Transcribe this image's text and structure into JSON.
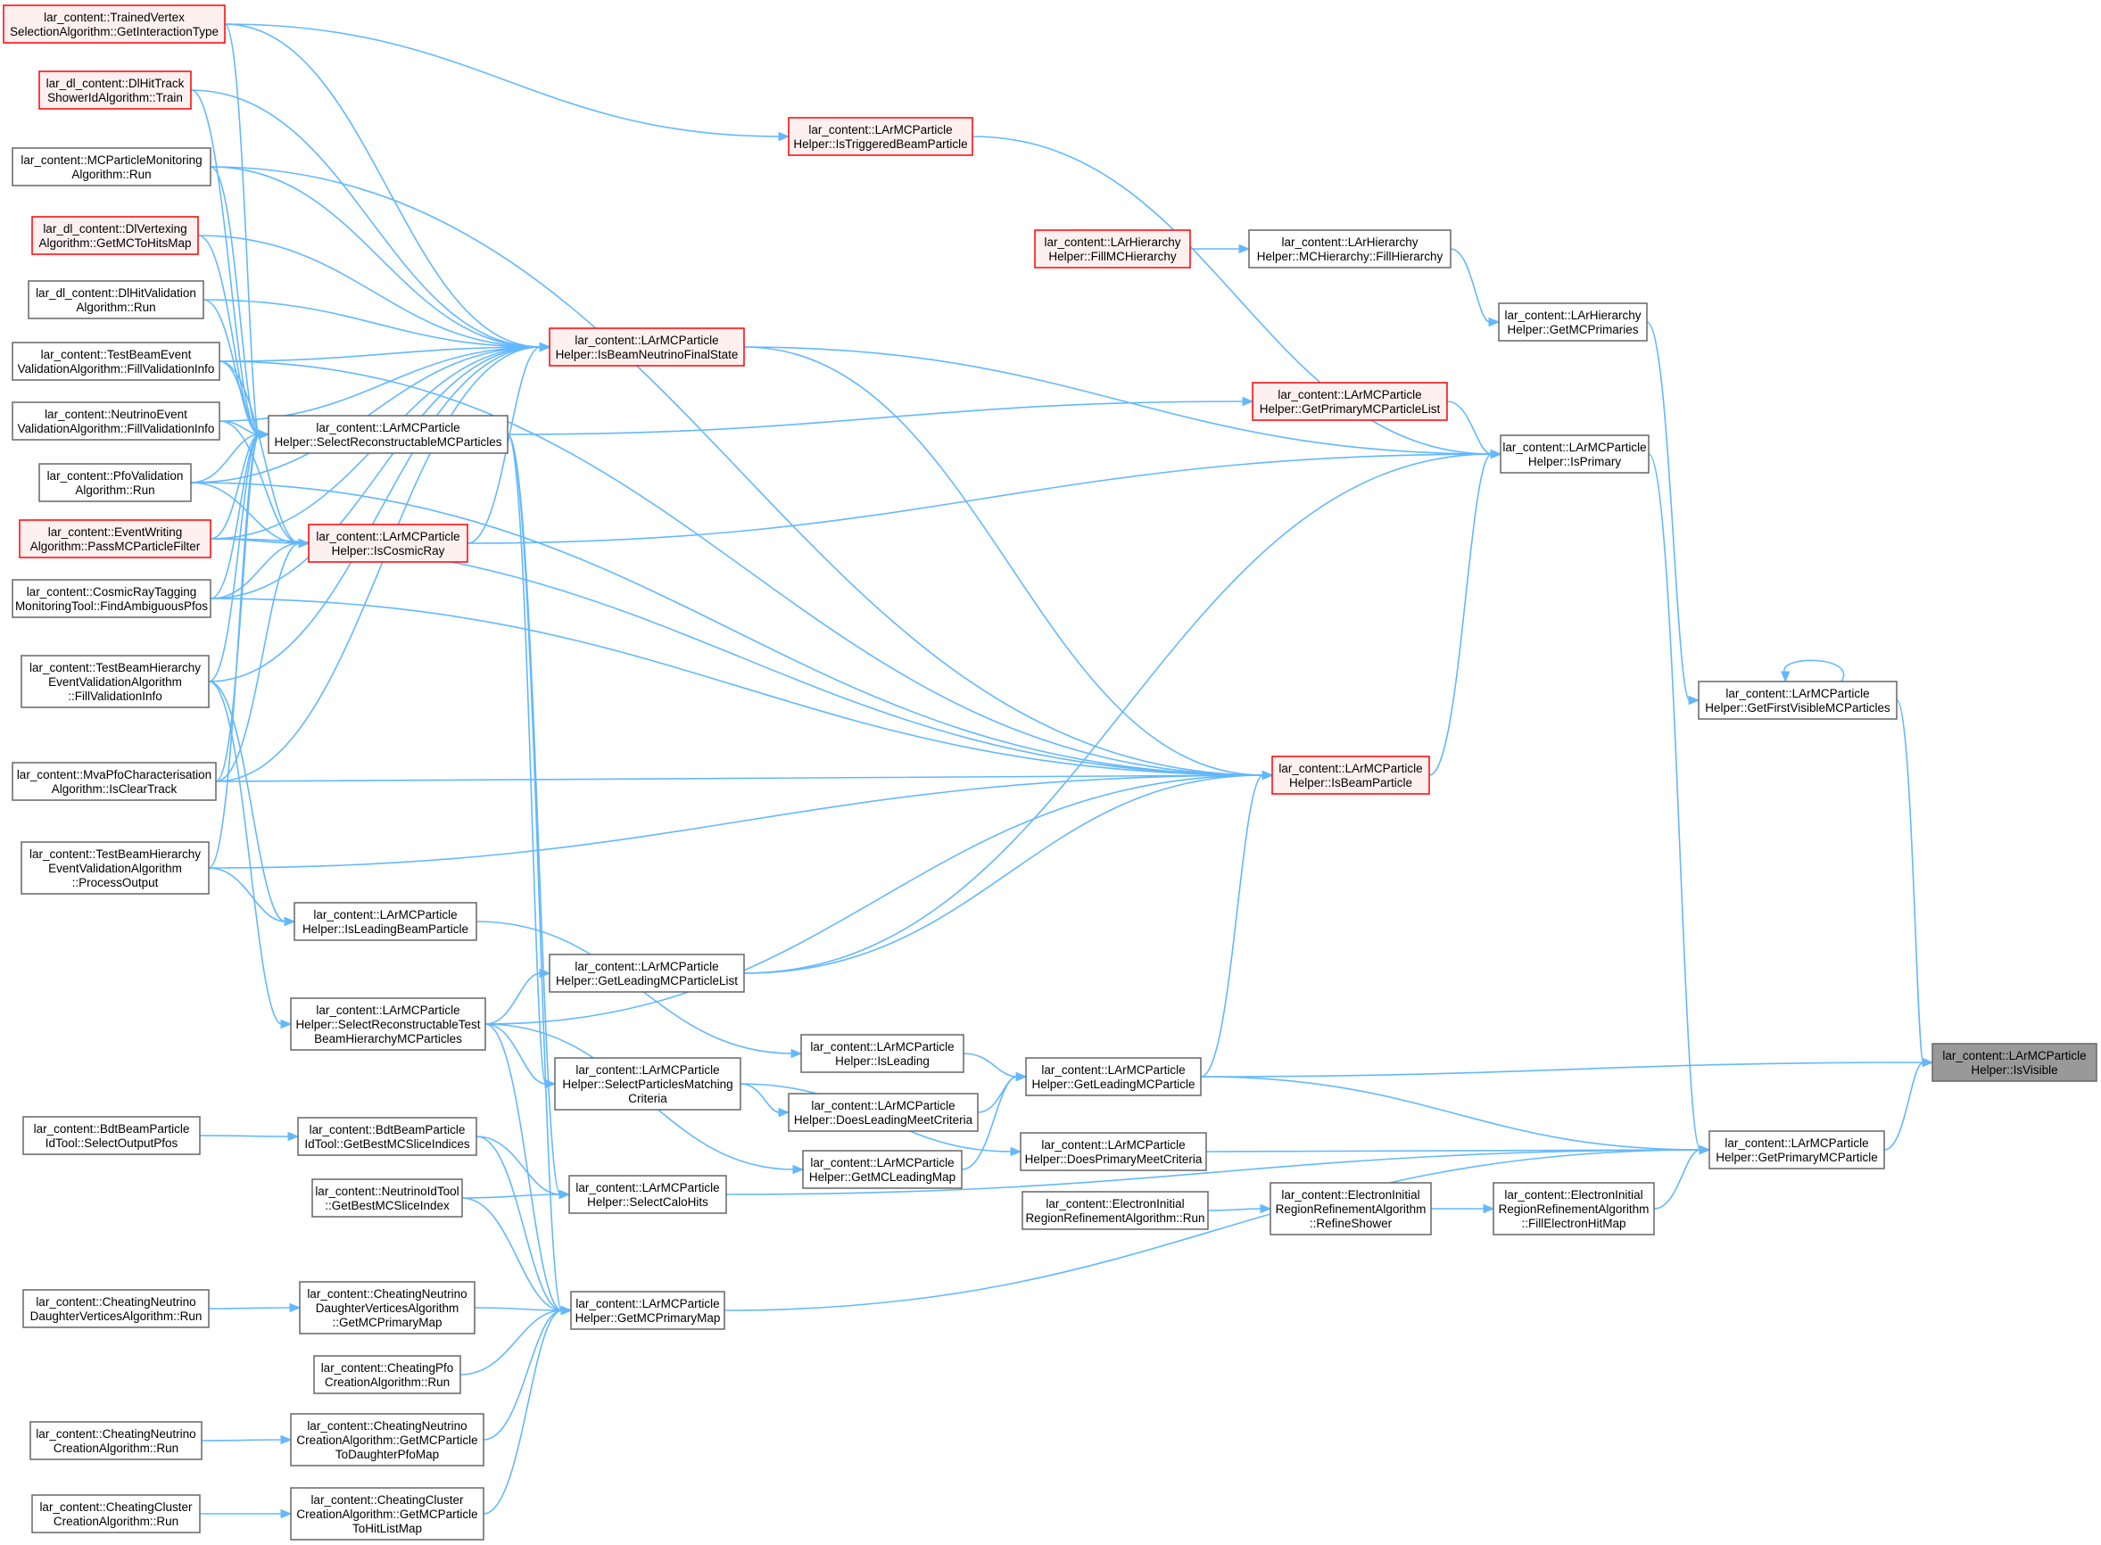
{
  "colors": {
    "edge": "#63b8ff",
    "node_border": "#666666",
    "node_fill": "#ffffff",
    "truncated_border": "#ff0000",
    "truncated_fill": "#fff0f0",
    "focus_fill": "#999999",
    "focus_border": "#666666",
    "text": "#000000"
  },
  "nodes": [
    {
      "id": "n1",
      "style": "truncated",
      "lines": [
        "lar_content::TrainedVertex",
        "SelectionAlgorithm::GetInteractionType"
      ]
    },
    {
      "id": "n2",
      "style": "truncated",
      "lines": [
        "lar_dl_content::DlHitTrack",
        "ShowerIdAlgorithm::Train"
      ]
    },
    {
      "id": "n3",
      "style": "normal",
      "lines": [
        "lar_content::MCParticleMonitoring",
        "Algorithm::Run"
      ]
    },
    {
      "id": "n4",
      "style": "truncated",
      "lines": [
        "lar_dl_content::DlVertexing",
        "Algorithm::GetMCToHitsMap"
      ]
    },
    {
      "id": "n5",
      "style": "normal",
      "lines": [
        "lar_dl_content::DlHitValidation",
        "Algorithm::Run"
      ]
    },
    {
      "id": "n6",
      "style": "normal",
      "lines": [
        "lar_content::TestBeamEvent",
        "ValidationAlgorithm::FillValidationInfo"
      ]
    },
    {
      "id": "n7",
      "style": "normal",
      "lines": [
        "lar_content::NeutrinoEvent",
        "ValidationAlgorithm::FillValidationInfo"
      ]
    },
    {
      "id": "n8",
      "style": "normal",
      "lines": [
        "lar_content::PfoValidation",
        "Algorithm::Run"
      ]
    },
    {
      "id": "n9",
      "style": "truncated",
      "lines": [
        "lar_content::EventWriting",
        "Algorithm::PassMCParticleFilter"
      ]
    },
    {
      "id": "n10",
      "style": "normal",
      "lines": [
        "lar_content::CosmicRayTagging",
        "MonitoringTool::FindAmbiguousPfos"
      ]
    },
    {
      "id": "n11",
      "style": "normal",
      "lines": [
        "lar_content::TestBeamHierarchy",
        "EventValidationAlgorithm",
        "::FillValidationInfo"
      ]
    },
    {
      "id": "n12",
      "style": "normal",
      "lines": [
        "lar_content::MvaPfoCharacterisation",
        "Algorithm::IsClearTrack"
      ]
    },
    {
      "id": "n13",
      "style": "normal",
      "lines": [
        "lar_content::TestBeamHierarchy",
        "EventValidationAlgorithm",
        "::ProcessOutput"
      ]
    },
    {
      "id": "n14",
      "style": "normal",
      "lines": [
        "lar_content::BdtBeamParticle",
        "IdTool::SelectOutputPfos"
      ]
    },
    {
      "id": "n15",
      "style": "normal",
      "lines": [
        "lar_content::CheatingNeutrino",
        "DaughterVerticesAlgorithm::Run"
      ]
    },
    {
      "id": "n16",
      "style": "normal",
      "lines": [
        "lar_content::CheatingNeutrino",
        "CreationAlgorithm::Run"
      ]
    },
    {
      "id": "n17",
      "style": "normal",
      "lines": [
        "lar_content::CheatingCluster",
        "CreationAlgorithm::Run"
      ]
    },
    {
      "id": "n18",
      "style": "normal",
      "lines": [
        "lar_content::LArMCParticle",
        "Helper::SelectReconstructableMCParticles"
      ]
    },
    {
      "id": "n19",
      "style": "truncated",
      "lines": [
        "lar_content::LArMCParticle",
        "Helper::IsCosmicRay"
      ]
    },
    {
      "id": "n20",
      "style": "normal",
      "lines": [
        "lar_content::LArMCParticle",
        "Helper::IsLeadingBeamParticle"
      ]
    },
    {
      "id": "n21",
      "style": "normal",
      "lines": [
        "lar_content::LArMCParticle",
        "Helper::SelectReconstructableTest",
        "BeamHierarchyMCParticles"
      ]
    },
    {
      "id": "n22",
      "style": "normal",
      "lines": [
        "lar_content::BdtBeamParticle",
        "IdTool::GetBestMCSliceIndices"
      ]
    },
    {
      "id": "n23",
      "style": "normal",
      "lines": [
        "lar_content::NeutrinoIdTool",
        "::GetBestMCSliceIndex"
      ]
    },
    {
      "id": "n24",
      "style": "normal",
      "lines": [
        "lar_content::CheatingNeutrino",
        "DaughterVerticesAlgorithm",
        "::GetMCPrimaryMap"
      ]
    },
    {
      "id": "n25",
      "style": "normal",
      "lines": [
        "lar_content::CheatingPfo",
        "CreationAlgorithm::Run"
      ]
    },
    {
      "id": "n26",
      "style": "normal",
      "lines": [
        "lar_content::CheatingNeutrino",
        "CreationAlgorithm::GetMCParticle",
        "ToDaughterPfoMap"
      ]
    },
    {
      "id": "n27",
      "style": "normal",
      "lines": [
        "lar_content::CheatingCluster",
        "CreationAlgorithm::GetMCParticle",
        "ToHitListMap"
      ]
    },
    {
      "id": "n28",
      "style": "truncated",
      "lines": [
        "lar_content::LArMCParticle",
        "Helper::IsBeamNeutrinoFinalState"
      ]
    },
    {
      "id": "n29",
      "style": "normal",
      "lines": [
        "lar_content::LArMCParticle",
        "Helper::GetLeadingMCParticleList"
      ]
    },
    {
      "id": "n30",
      "style": "normal",
      "lines": [
        "lar_content::LArMCParticle",
        "Helper::SelectParticlesMatching",
        "Criteria"
      ]
    },
    {
      "id": "n31",
      "style": "normal",
      "lines": [
        "lar_content::LArMCParticle",
        "Helper::SelectCaloHits"
      ]
    },
    {
      "id": "n32",
      "style": "normal",
      "lines": [
        "lar_content::LArMCParticle",
        "Helper::GetMCPrimaryMap"
      ]
    },
    {
      "id": "n33",
      "style": "truncated",
      "lines": [
        "lar_content::LArMCParticle",
        "Helper::IsTriggeredBeamParticle"
      ]
    },
    {
      "id": "n34",
      "style": "normal",
      "lines": [
        "lar_content::LArMCParticle",
        "Helper::IsLeading"
      ]
    },
    {
      "id": "n35",
      "style": "normal",
      "lines": [
        "lar_content::LArMCParticle",
        "Helper::DoesLeadingMeetCriteria"
      ]
    },
    {
      "id": "n36",
      "style": "normal",
      "lines": [
        "lar_content::LArMCParticle",
        "Helper::GetMCLeadingMap"
      ]
    },
    {
      "id": "n37",
      "style": "normal",
      "lines": [
        "lar_content::LArMCParticle",
        "Helper::GetLeadingMCParticle"
      ]
    },
    {
      "id": "n38",
      "style": "normal",
      "lines": [
        "lar_content::LArMCParticle",
        "Helper::DoesPrimaryMeetCriteria"
      ]
    },
    {
      "id": "n39",
      "style": "normal",
      "lines": [
        "lar_content::ElectronInitial",
        "RegionRefinementAlgorithm::Run"
      ]
    },
    {
      "id": "n40",
      "style": "truncated",
      "lines": [
        "lar_content::LArHierarchy",
        "Helper::FillMCHierarchy"
      ]
    },
    {
      "id": "n41",
      "style": "normal",
      "lines": [
        "lar_content::LArHierarchy",
        "Helper::MCHierarchy::FillHierarchy"
      ]
    },
    {
      "id": "n42",
      "style": "truncated",
      "lines": [
        "lar_content::LArMCParticle",
        "Helper::IsBeamParticle"
      ]
    },
    {
      "id": "n43",
      "style": "truncated",
      "lines": [
        "lar_content::LArMCParticle",
        "Helper::GetPrimaryMCParticleList"
      ]
    },
    {
      "id": "n44",
      "style": "normal",
      "lines": [
        "lar_content::ElectronInitial",
        "RegionRefinementAlgorithm",
        "::RefineShower"
      ]
    },
    {
      "id": "n45",
      "style": "normal",
      "lines": [
        "lar_content::LArHierarchy",
        "Helper::GetMCPrimaries"
      ]
    },
    {
      "id": "n46",
      "style": "normal",
      "lines": [
        "lar_content::LArMCParticle",
        "Helper::IsPrimary"
      ]
    },
    {
      "id": "n47",
      "style": "normal",
      "lines": [
        "lar_content::ElectronInitial",
        "RegionRefinementAlgorithm",
        "::FillElectronHitMap"
      ]
    },
    {
      "id": "n48",
      "style": "normal",
      "lines": [
        "lar_content::LArMCParticle",
        "Helper::GetFirstVisibleMCParticles"
      ]
    },
    {
      "id": "n49",
      "style": "normal",
      "lines": [
        "lar_content::LArMCParticle",
        "Helper::GetPrimaryMCParticle"
      ]
    },
    {
      "id": "n50",
      "style": "focus",
      "lines": [
        "lar_content::LArMCParticle",
        "Helper::IsVisible"
      ]
    }
  ],
  "edges": [
    [
      "n1",
      "n28"
    ],
    [
      "n2",
      "n28"
    ],
    [
      "n3",
      "n28"
    ],
    [
      "n4",
      "n28"
    ],
    [
      "n5",
      "n28"
    ],
    [
      "n6",
      "n28"
    ],
    [
      "n7",
      "n28"
    ],
    [
      "n8",
      "n28"
    ],
    [
      "n9",
      "n28"
    ],
    [
      "n10",
      "n28"
    ],
    [
      "n11",
      "n28"
    ],
    [
      "n12",
      "n28"
    ],
    [
      "n19",
      "n28"
    ],
    [
      "n1",
      "n18"
    ],
    [
      "n2",
      "n18"
    ],
    [
      "n3",
      "n18"
    ],
    [
      "n4",
      "n18"
    ],
    [
      "n5",
      "n18"
    ],
    [
      "n6",
      "n18"
    ],
    [
      "n7",
      "n18"
    ],
    [
      "n8",
      "n18"
    ],
    [
      "n9",
      "n18"
    ],
    [
      "n10",
      "n18"
    ],
    [
      "n11",
      "n18"
    ],
    [
      "n12",
      "n18"
    ],
    [
      "n13",
      "n18"
    ],
    [
      "n6",
      "n19"
    ],
    [
      "n7",
      "n19"
    ],
    [
      "n8",
      "n19"
    ],
    [
      "n9",
      "n19"
    ],
    [
      "n10",
      "n19"
    ],
    [
      "n12",
      "n19"
    ],
    [
      "n1",
      "n33"
    ],
    [
      "n3",
      "n42"
    ],
    [
      "n8",
      "n42"
    ],
    [
      "n9",
      "n42"
    ],
    [
      "n10",
      "n42"
    ],
    [
      "n12",
      "n42"
    ],
    [
      "n13",
      "n42"
    ],
    [
      "n21",
      "n42"
    ],
    [
      "n6",
      "n42"
    ],
    [
      "n28",
      "n42"
    ],
    [
      "n13",
      "n20"
    ],
    [
      "n11",
      "n20"
    ],
    [
      "n11",
      "n21"
    ],
    [
      "n20",
      "n34"
    ],
    [
      "n14",
      "n22"
    ],
    [
      "n15",
      "n24"
    ],
    [
      "n16",
      "n26"
    ],
    [
      "n17",
      "n27"
    ],
    [
      "n18",
      "n43"
    ],
    [
      "n18",
      "n31"
    ],
    [
      "n18",
      "n30"
    ],
    [
      "n18",
      "n32"
    ],
    [
      "n21",
      "n29"
    ],
    [
      "n21",
      "n30"
    ],
    [
      "n21",
      "n32"
    ],
    [
      "n21",
      "n36"
    ],
    [
      "n22",
      "n31"
    ],
    [
      "n22",
      "n32"
    ],
    [
      "n23",
      "n31"
    ],
    [
      "n23",
      "n32"
    ],
    [
      "n24",
      "n32"
    ],
    [
      "n25",
      "n32"
    ],
    [
      "n26",
      "n32"
    ],
    [
      "n27",
      "n32"
    ],
    [
      "n28",
      "n46"
    ],
    [
      "n19",
      "n46"
    ],
    [
      "n29",
      "n42"
    ],
    [
      "n29",
      "n46"
    ],
    [
      "n30",
      "n35"
    ],
    [
      "n30",
      "n38"
    ],
    [
      "n31",
      "n49"
    ],
    [
      "n32",
      "n49"
    ],
    [
      "n33",
      "n46"
    ],
    [
      "n34",
      "n37"
    ],
    [
      "n35",
      "n37"
    ],
    [
      "n36",
      "n37"
    ],
    [
      "n37",
      "n42"
    ],
    [
      "n37",
      "n50"
    ],
    [
      "n37",
      "n49"
    ],
    [
      "n38",
      "n49"
    ],
    [
      "n39",
      "n44"
    ],
    [
      "n40",
      "n41"
    ],
    [
      "n41",
      "n45"
    ],
    [
      "n42",
      "n46"
    ],
    [
      "n43",
      "n46"
    ],
    [
      "n44",
      "n47"
    ],
    [
      "n45",
      "n48"
    ],
    [
      "n47",
      "n49"
    ],
    [
      "n48",
      "n48"
    ],
    [
      "n48",
      "n50"
    ],
    [
      "n46",
      "n49"
    ],
    [
      "n49",
      "n50"
    ]
  ]
}
